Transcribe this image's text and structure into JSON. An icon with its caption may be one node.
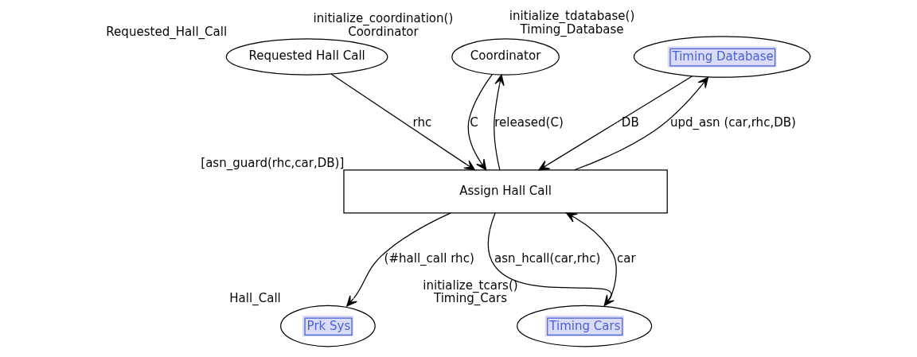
{
  "diagram": {
    "nodes": [
      {
        "text": [
          "Requested Hall Call"
        ],
        "beside": [
          "Requested_Hall_Call"
        ]
      },
      {
        "text": [
          "Coordinator"
        ],
        "beside": [
          "initialize_coordination()",
          "Coordinator"
        ]
      },
      {
        "text": [
          "Timing Database"
        ],
        "beside": [
          "initialize_tdatabase()",
          "Timing_Database"
        ]
      },
      {
        "text": [
          "Assign Hall Call"
        ],
        "beside": [
          "[asn_guard(rhc,car,DB)]"
        ]
      },
      {
        "text": [
          "Prk Sys"
        ],
        "beside": [
          "Hall_Call"
        ]
      },
      {
        "text": [
          "Timing Cars"
        ],
        "beside": [
          "initialize_tcars()",
          "Timing_Cars"
        ]
      }
    ],
    "edges": [
      {
        "from": 0,
        "to": 3,
        "arrow": "to",
        "label": "rhc"
      },
      {
        "from": 3,
        "to": 1,
        "arrow": "to",
        "label": "released(C)"
      },
      {
        "from": 1,
        "to": 3,
        "arrow": "to",
        "label": "C"
      },
      {
        "from": 2,
        "to": 3,
        "arrow": "to",
        "label": "DB"
      },
      {
        "from": 3,
        "to": 2,
        "arrow": "to",
        "label": "upd_asn (car,rhc,DB)"
      },
      {
        "from": 3,
        "to": 4,
        "arrow": "to",
        "label": "(#hall_call rhc)"
      },
      {
        "from": 3,
        "to": 5,
        "arrow": "to",
        "label": "asn_hcall(car,rhc)"
      },
      {
        "from": 5,
        "to": 3,
        "arrow": "to",
        "label": "car"
      }
    ]
  }
}
